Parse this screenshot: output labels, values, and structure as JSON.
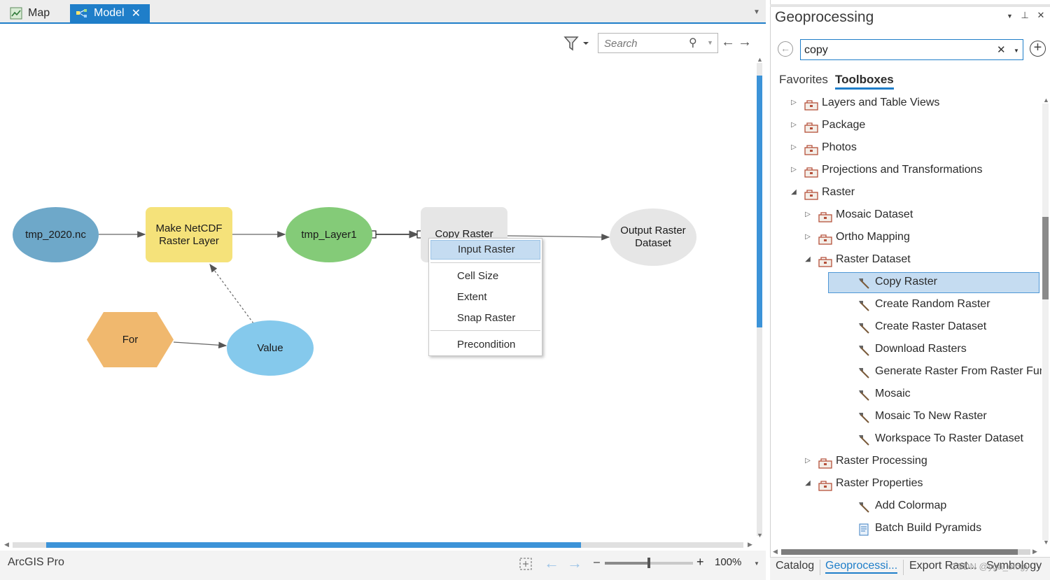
{
  "doc_tabs": {
    "map_label": "Map",
    "model_label": "Model",
    "close_glyph": "✕"
  },
  "canvas_toolbar": {
    "search_placeholder": "Search",
    "back_glyph": "←",
    "forward_glyph": "→"
  },
  "model": {
    "nodes": {
      "input_data": "tmp_2020.nc",
      "tool_make_netcdf": "Make NetCDF Raster Layer",
      "derived_layer": "tmp_Layer1",
      "tool_copy_raster": "Copy Raster",
      "output": "Output Raster Dataset",
      "iterator": "For",
      "variable": "Value"
    },
    "colors": {
      "input_data": "#6ea8c9",
      "tool": "#f5e27a",
      "derived": "#84cb78",
      "unset": "#e6e6e6",
      "iterator": "#f0b86e",
      "variable": "#85c9ec"
    }
  },
  "context_menu": {
    "items": [
      "Input Raster",
      "Cell Size",
      "Extent",
      "Snap Raster",
      "Precondition"
    ]
  },
  "status_bar": {
    "app_name": "ArcGIS Pro",
    "zoom": "100%",
    "zoom_minus": "–",
    "zoom_plus": "+",
    "zoom_level": 0.5
  },
  "geoprocessing": {
    "title": "Geoprocessing",
    "search_value": "copy",
    "tabs": [
      "Favorites",
      "Toolboxes"
    ],
    "active_tab": "Toolboxes",
    "tree": [
      {
        "label": "Layers and Table Views",
        "level": 0,
        "expanded": false,
        "kind": "toolbox"
      },
      {
        "label": "Package",
        "level": 0,
        "expanded": false,
        "kind": "toolbox"
      },
      {
        "label": "Photos",
        "level": 0,
        "expanded": false,
        "kind": "toolbox"
      },
      {
        "label": "Projections and Transformations",
        "level": 0,
        "expanded": false,
        "kind": "toolbox"
      },
      {
        "label": "Raster",
        "level": 0,
        "expanded": true,
        "kind": "toolbox"
      },
      {
        "label": "Mosaic Dataset",
        "level": 1,
        "expanded": false,
        "kind": "toolset"
      },
      {
        "label": "Ortho Mapping",
        "level": 1,
        "expanded": false,
        "kind": "toolset"
      },
      {
        "label": "Raster Dataset",
        "level": 1,
        "expanded": true,
        "kind": "toolset"
      },
      {
        "label": "Copy Raster",
        "level": 2,
        "kind": "tool",
        "selected": true
      },
      {
        "label": "Create Random Raster",
        "level": 2,
        "kind": "tool"
      },
      {
        "label": "Create Raster Dataset",
        "level": 2,
        "kind": "tool"
      },
      {
        "label": "Download Rasters",
        "level": 2,
        "kind": "tool"
      },
      {
        "label": "Generate Raster From Raster Function",
        "level": 2,
        "kind": "tool"
      },
      {
        "label": "Mosaic",
        "level": 2,
        "kind": "tool"
      },
      {
        "label": "Mosaic To New Raster",
        "level": 2,
        "kind": "tool"
      },
      {
        "label": "Workspace To Raster Dataset",
        "level": 2,
        "kind": "tool"
      },
      {
        "label": "Raster Processing",
        "level": 1,
        "expanded": false,
        "kind": "toolset"
      },
      {
        "label": "Raster Properties",
        "level": 1,
        "expanded": true,
        "kind": "toolset"
      },
      {
        "label": "Add Colormap",
        "level": 2,
        "kind": "tool"
      },
      {
        "label": "Batch Build Pyramids",
        "level": 2,
        "kind": "script"
      }
    ]
  },
  "bottom_tabs": [
    "Catalog",
    "Geoprocessi...",
    "Export Rast...",
    "Symbology"
  ],
  "watermark": "CSDN @yga_ology",
  "accent_color": "#1f7ec9"
}
